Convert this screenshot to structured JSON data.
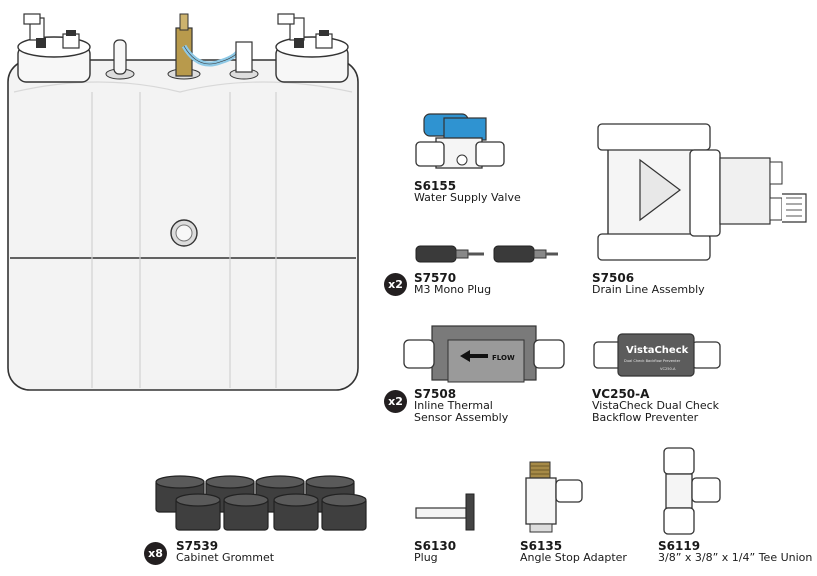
{
  "parts": [
    {
      "code": "S6155",
      "name": "Water Supply Valve"
    },
    {
      "code": "S7570",
      "name": "M3 Mono Plug",
      "qty": "x2"
    },
    {
      "code": "S7506",
      "name": "Drain Line Assembly"
    },
    {
      "code": "S7508",
      "name_lines": [
        "Inline Thermal",
        "Sensor Assembly"
      ],
      "qty": "x2"
    },
    {
      "code": "VC250-A",
      "name_lines": [
        "VistaCheck Dual Check",
        "Backflow Preventer"
      ]
    },
    {
      "code": "S7539",
      "name": "Cabinet Grommet",
      "qty": "x8"
    },
    {
      "code": "S6130",
      "name": "Plug"
    },
    {
      "code": "S6135",
      "name": "Angle Stop Adapter"
    },
    {
      "code": "S6119",
      "name": "3/8” x 3/8” x 1/4” Tee Union"
    }
  ],
  "sensor_text": "FLOW",
  "vistacheck": {
    "brand": "VistaCheck",
    "subtitle": "Dual Check Backflow Preventer",
    "part": "VC250-A"
  },
  "colors": {
    "valve_handle": "#2f93d1",
    "tube": "#8ec9e6",
    "brass": "#b89a4c",
    "dark_part": "#3a3a3a",
    "badge": "#231f20"
  }
}
